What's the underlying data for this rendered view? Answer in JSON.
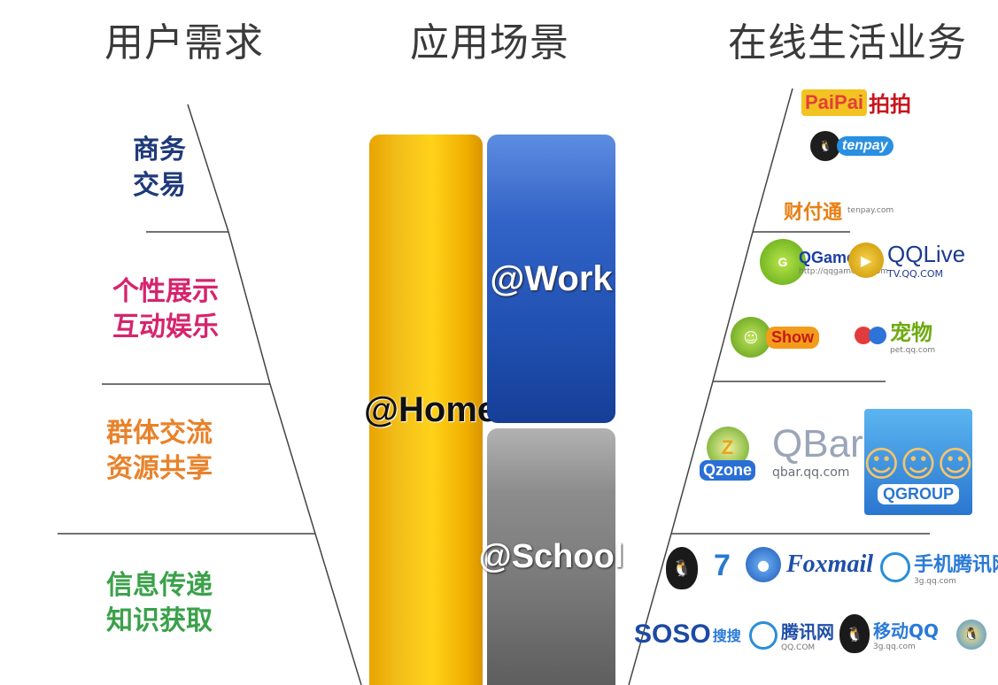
{
  "headers": {
    "needs": "用户需求",
    "scenes": "应用场景",
    "services": "在线生活业务"
  },
  "needs": [
    {
      "line1": "商务",
      "line2": "交易",
      "color": "#1f3a7a"
    },
    {
      "line1": "个性展示",
      "line2": "互动娱乐",
      "color": "#d6246e"
    },
    {
      "line1": "群体交流",
      "line2": "资源共享",
      "color": "#e8822a"
    },
    {
      "line1": "信息传递",
      "line2": "知识获取",
      "color": "#3aa14a"
    }
  ],
  "scenes": {
    "home": "@Home",
    "work": "@Work",
    "school": "@School"
  },
  "logos": {
    "paipai": "PaiPai",
    "paipai_cn": "拍拍",
    "tenpay": "tenpay",
    "caifutong": "财付通",
    "qgame": "QGame",
    "qgame_url": "http://qqgame.qq.com",
    "qqlive": "QQLive",
    "qqlive_url": "TV.QQ.COM",
    "qqshow": "Show",
    "qqpet": "宠物",
    "qqpet_url": "pet.qq.com",
    "qzone": "Qzone",
    "qbar": "QBar",
    "qbar_url": "qbar.qq.com",
    "qgroup": "QGROUP",
    "foxmail": "Foxmail",
    "mobile_qq": "手机腾讯网",
    "mobile_qq_url": "3g.qq.com",
    "soso": "SOSO",
    "soso_cn": "搜搜",
    "qqcom": "腾讯网",
    "qqcom_url": "QQ.COM",
    "qqmusic": "移动QQ",
    "qqmusic_url": "3g.qq.com"
  },
  "colors": {
    "home": "#f2be1a",
    "work": "#2857ba",
    "school": "#808080"
  }
}
